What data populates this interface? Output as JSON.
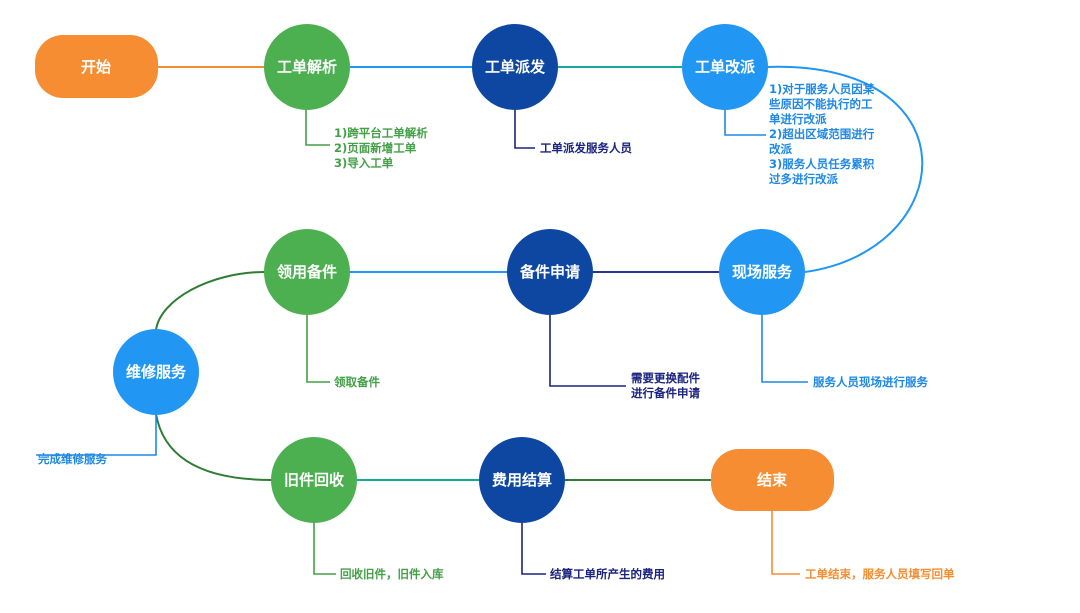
{
  "colors": {
    "green": "#4caf50",
    "dark_blue": "#0d47a1",
    "mid_blue": "#2196f3",
    "orange": "#f68d32",
    "line_orange": "#f68d32",
    "line_blue": "#2196f3",
    "line_teal": "#13a89e",
    "line_navy": "#283593",
    "line_green": "#2e7d32",
    "note_green": "#43a047",
    "note_navy": "#1a237e",
    "note_blue": "#1e88e5",
    "note_orange": "#f68d32"
  },
  "nodes": {
    "start": "开始",
    "parse": "工单解析",
    "dispatch": "工单派发",
    "reassign": "工单改派",
    "onsite": "现场服务",
    "parts_apply": "备件申请",
    "parts_get": "领用备件",
    "repair": "维修服务",
    "recycle": "旧件回收",
    "settle": "费用结算",
    "end": "结束"
  },
  "notes": {
    "parse": [
      "1)跨平台工单解析",
      "2)页面新增工单",
      "3)导入工单"
    ],
    "dispatch": [
      "工单派发服务人员"
    ],
    "reassign": [
      "1)对于服务人员因某",
      "些原因不能执行的工",
      "单进行改派",
      "2)超出区域范围进行",
      "改派",
      "3)服务人员任务累积",
      "过多进行改派"
    ],
    "onsite": [
      "服务人员现场进行服务"
    ],
    "parts_apply": [
      "需要更换配件",
      "进行备件申请"
    ],
    "parts_get": [
      "领取备件"
    ],
    "repair": [
      "完成维修服务"
    ],
    "recycle": [
      "回收旧件，旧件入库"
    ],
    "settle": [
      "结算工单所产生的费用"
    ],
    "end": [
      "工单结束，服务人员填写回单"
    ]
  }
}
